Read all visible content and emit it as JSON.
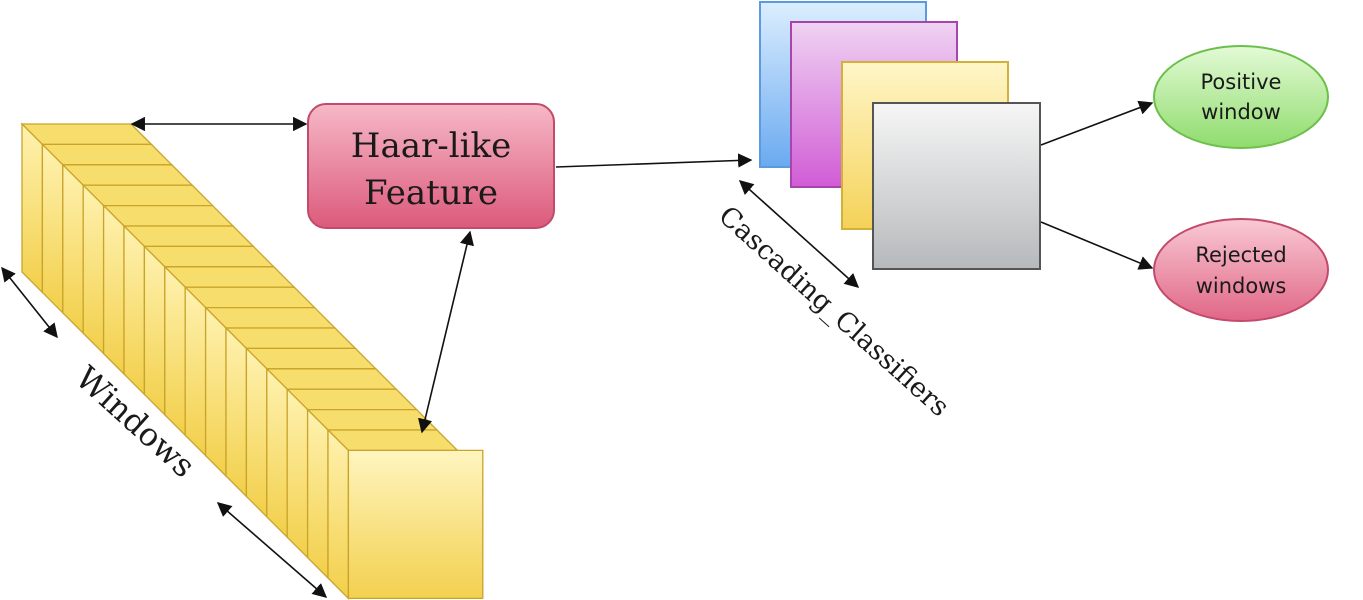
{
  "haar_feature": {
    "line1": "Haar-like",
    "line2": "Feature",
    "color": "#e06a8a"
  },
  "windows": {
    "label": "Windows",
    "color": "#f6d75e"
  },
  "cascade": {
    "label": "Cascading_Classifiers",
    "colors": [
      "#7fb8ee",
      "#d77ad8",
      "#f6d86a",
      "#c8cbcc"
    ]
  },
  "outputs": {
    "positive": {
      "line1": "Positive",
      "line2": "window",
      "color": "#a9e38f"
    },
    "rejected": {
      "line1": "Rejected",
      "line2": "windows",
      "color": "#e57592"
    }
  }
}
